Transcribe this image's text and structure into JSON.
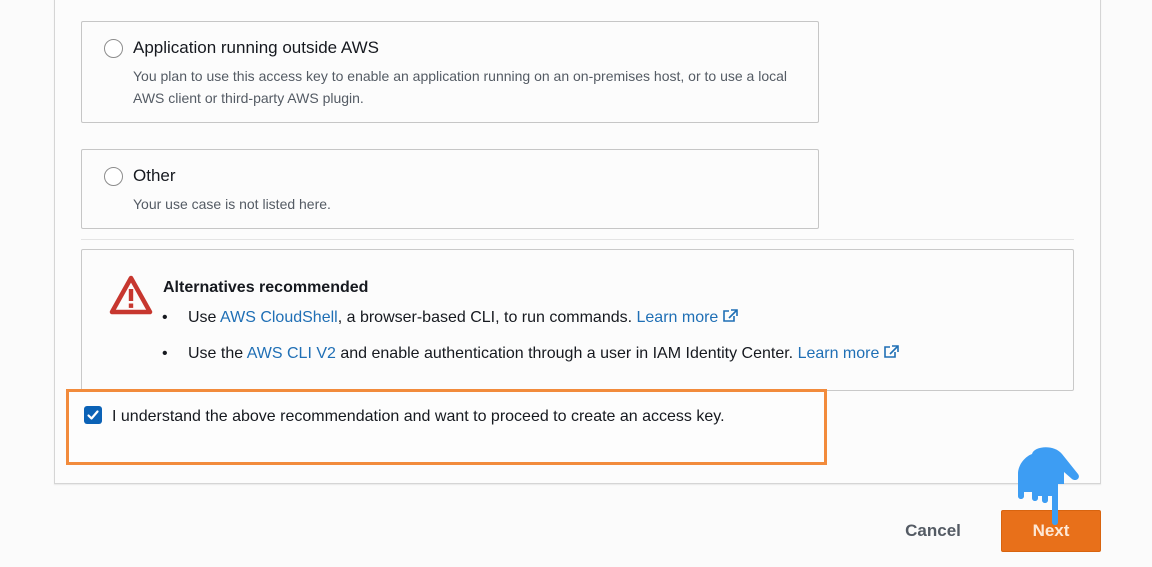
{
  "options": [
    {
      "title": "Application running outside AWS",
      "description": "You plan to use this access key to enable an application running on an on-premises host, or to use a local AWS client or third-party AWS plugin.",
      "selected": false
    },
    {
      "title": "Other",
      "description": "Your use case is not listed here.",
      "selected": false
    }
  ],
  "alert": {
    "icon": "warning-triangle-icon",
    "title": "Alternatives recommended",
    "items": [
      {
        "prefix": "Use ",
        "link": "AWS CloudShell",
        "middle": ", a browser-based CLI, to run commands. ",
        "learn_more": "Learn more"
      },
      {
        "prefix": "Use the ",
        "link": "AWS CLI V2",
        "middle": " and enable authentication through a user in IAM Identity Center. ",
        "learn_more": "Learn more"
      }
    ]
  },
  "acknowledgement": {
    "checked": true,
    "text": "I understand the above recommendation and want to proceed to create an access key."
  },
  "footer": {
    "cancel_label": "Cancel",
    "next_label": "Next"
  },
  "colors": {
    "primary_button": "#e8701a",
    "link": "#1f6fb5",
    "highlight_border": "#f28b3c",
    "warning": "#c7372f",
    "checkbox": "#0b62b6",
    "cursor_hand": "#3d9df3"
  }
}
